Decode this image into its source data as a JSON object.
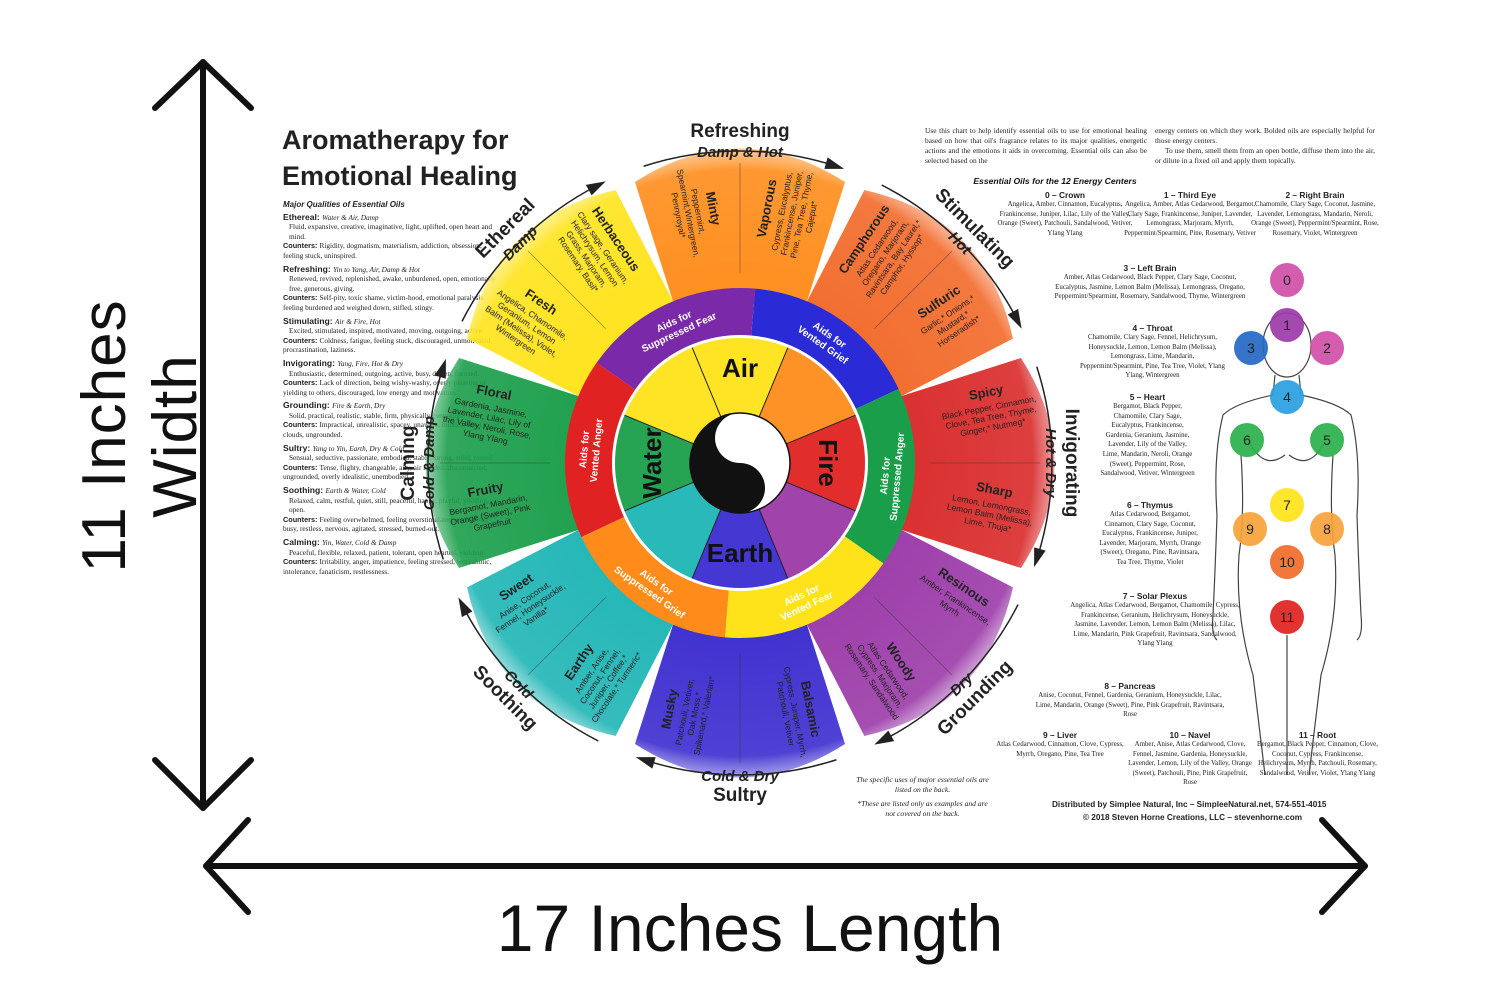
{
  "dimensions": {
    "width_label": "11 Inches Width",
    "length_label": "17 Inches Length"
  },
  "title_line1": "Aromatherapy for",
  "title_line2": "Emotional Healing",
  "major_qualities_heading": "Major Qualities of Essential Oils",
  "qualities": [
    {
      "name": "Ethereal:",
      "sub": "Water & Air, Damp",
      "desc": "Fluid, expansive, creative, imaginative, light, uplifted, open heart and mind.",
      "counters": "Rigidity, dogmatism, materialism, addiction, obsession, feeling stuck, uninspired."
    },
    {
      "name": "Refreshing:",
      "sub": "Yin to Yang, Air, Damp & Hot",
      "desc": "Renewed, revived, replenished, awake, unburdened, open, emotionally free, generous, giving.",
      "counters": "Self-pity, toxic shame, victim-hood, emotional paralysis, feeling burdened and weighed down, stifled, stingy."
    },
    {
      "name": "Stimulating:",
      "sub": "Air & Fire, Hot",
      "desc": "Excited, stimulated, inspired, motivated, moving, outgoing, active.",
      "counters": "Coldness, fatigue, feeling stuck, discouraged, unmotivated, procrastination, laziness."
    },
    {
      "name": "Invigorating:",
      "sub": "Yang, Fire, Hot & Dry",
      "desc": "Enthusiastic, determined, outgoing, active, busy, driven, focused.",
      "counters": "Lack of direction, being wishy-washy, overly pleasing or yielding to others, discouraged, low energy and motivation."
    },
    {
      "name": "Grounding:",
      "sub": "Fire & Earth, Dry",
      "desc": "Solid, practical, realistic, stable, firm, physically connected.",
      "counters": "Impractical, unrealistic, spacey, unaware, blinded, head in the clouds, ungrounded."
    },
    {
      "name": "Sultry:",
      "sub": "Yang to Yin, Earth, Dry & Cold",
      "desc": "Sensual, seductive, passionate, embodied, stable, strong, solid, rooted.",
      "counters": "Tense, flighty, changeable, airy, air headed, disconnected, ungrounded, overly idealistic, unembodied."
    },
    {
      "name": "Soothing:",
      "sub": "Earth & Water, Cold",
      "desc": "Relaxed, calm, restful, quiet, still, peaceful, happy, playful, yielding, open.",
      "counters": "Feeling overwhelmed, feeling overstimulated, excessively busy, restless, nervous, agitated, stressed, burned-out."
    },
    {
      "name": "Calming:",
      "sub": "Yin, Water, Cold & Damp",
      "desc": "Peaceful, flexible, relaxed, patient, tolerant, open hearted, yielding.",
      "counters": "Irritability, anger, impatience, feeling stressed, workaholic, intolerance, fanaticism, restlessness."
    }
  ],
  "counters_label": "Counters:",
  "wheel": {
    "center_labels": [
      "Air",
      "Fire",
      "Earth",
      "Water"
    ],
    "ring_labels": [
      {
        "l1": "Aids for",
        "l2": "Vented Grief"
      },
      {
        "l1": "Aids for",
        "l2": "Suppressed Anger"
      },
      {
        "l1": "Aids for",
        "l2": "Vented Fear"
      },
      {
        "l1": "Aids for",
        "l2": "Suppressed Grief"
      },
      {
        "l1": "Aids for",
        "l2": "Vented Anger"
      },
      {
        "l1": "Aids for",
        "l2": "Suppressed Fear"
      }
    ],
    "outer_labels": [
      {
        "name": "Refreshing",
        "sub": "Damp & Hot",
        "color": "#ff8c1a"
      },
      {
        "name": "Stimulating",
        "sub": "Hot",
        "color": "#f26a2a"
      },
      {
        "name": "Invigorating",
        "sub": "Hot & Dry",
        "color": "#d92a2a"
      },
      {
        "name": "Grounding",
        "sub": "Dry",
        "color": "#9b3aa8"
      },
      {
        "name": "Sultry",
        "sub": "Cold & Dry",
        "color": "#3b2ccf"
      },
      {
        "name": "Soothing",
        "sub": "Cold",
        "color": "#1fb5b5"
      },
      {
        "name": "Calming",
        "sub": "Cold & Damp",
        "color": "#1a9e4a"
      },
      {
        "name": "Ethereal",
        "sub": "Damp",
        "color": "#ffe31a"
      }
    ],
    "petals": [
      {
        "name": "Minty",
        "oils": [
          "Peppermint,",
          "Spearmint,Wintergreen,",
          "Pennyroyal*"
        ]
      },
      {
        "name": "Vaporous",
        "oils": [
          "Cypress, Eucalyptus,",
          "Frankincense, Juniper,",
          "Pine, Tea Tree, Thyme,",
          "Cajeput*"
        ]
      },
      {
        "name": "Camphorous",
        "oils": [
          "Atlas Cedarwood,",
          "Oregano, Marjoram,",
          "Ravintsara, Bay Laurel,*",
          "Camphor, Hyssop*"
        ]
      },
      {
        "name": "Sulfuric",
        "oils": [
          "Garlic,* Onions,*",
          "Mustard,*",
          "Horseradish*"
        ]
      },
      {
        "name": "Spicy",
        "oils": [
          "Black Pepper, Cinnamon,",
          "Clove, Tea Tree, Thyme,",
          "Ginger,* Nutmeg*"
        ]
      },
      {
        "name": "Sharp",
        "oils": [
          "Lemon, Lemongrass,",
          "Lemon Balm (Melissa),",
          "Lime, Thuja*"
        ]
      },
      {
        "name": "Resinous",
        "oils": [
          "Amber, Frankincense,",
          "Myrrh"
        ]
      },
      {
        "name": "Woody",
        "oils": [
          "Atlas Cedarwood,",
          "Cypress, Marjoram,",
          "Rosemary, Sandalwood"
        ]
      },
      {
        "name": "Balsamic",
        "oils": [
          "Cypress, Juniper, Myrrh,",
          "Patchouli, Vetiver"
        ]
      },
      {
        "name": "Musky",
        "oils": [
          "Patchouli, Vetiver,",
          "Oak Moss,*",
          "Spikenard,* Valerian*"
        ]
      },
      {
        "name": "Earthy",
        "oils": [
          "Amber, Anise,",
          "Coconut, Fennel,",
          "Juniper, Coffee,*",
          "Chocolate,* Turmeric*"
        ]
      },
      {
        "name": "Sweet",
        "oils": [
          "Anise, Coconut,",
          "Fennel, Honeysuckle,",
          "Vanilla*"
        ]
      },
      {
        "name": "Fruity",
        "oils": [
          "Bergamot, Mandarin,",
          "Orange (Sweet), Pink",
          "Grapefruit"
        ]
      },
      {
        "name": "Floral",
        "oils": [
          "Gardenia, Jasmine,",
          "Lavender, Lilac, Lily of",
          "the Valley, Neroli, Rose,",
          "Ylang Ylang"
        ]
      },
      {
        "name": "Fresh",
        "oils": [
          "Angelica, Chamomile,",
          "Geranium, Lemon",
          "Balm (Melissa), Violet,",
          "Wintergreen"
        ]
      },
      {
        "name": "Herbaceous",
        "oils": [
          "Clary sage, Geranium,",
          "Helichrysum, Lemon",
          "Grass, Marjoram,",
          "Rosemary, Basil*"
        ]
      }
    ]
  },
  "intro_left": "Use this chart to help identify essential oils to use for emotional healing based on how that oil's fragrance relates to its major qualities, energetic actions and the emotions it aids in overcoming. Essential oils can also be selected based on the",
  "intro_right": "energy centers on which they work. Bolded oils are especially helpful for those energy centers.",
  "intro_right2": "To use them, smell them from an open bottle, diffuse them into the air, or dilute in a fixed oil and apply them topically.",
  "energy_title": "Essential Oils for the 12 Energy Centers",
  "energy_centers": [
    {
      "head": "0 – Crown",
      "text": "Angelica, Amber, Cinnamon, Eucalyptus, Frankincense, Juniper, Lilac, Lily of the Valley, Orange (Sweet), Patchouli, Sandalwood, Vetiver, Ylang Ylang"
    },
    {
      "head": "1 – Third Eye",
      "text": "Angelica, Amber, Atlas Cedarwood, Bergamot, Clary Sage, Frankincense, Juniper, Lavender, Lemongrass, Marjoram, Myrrh, Peppermint/Spearmint, Pine, Rosemary, Vetiver"
    },
    {
      "head": "2 – Right Brain",
      "text": "Chamomile, Clary Sage, Coconut, Jasmine, Lavender, Lemongrass, Mandarin, Neroli, Orange (Sweet), Peppermint/Spearmint, Rose, Rosemary, Violet, Wintergreen"
    },
    {
      "head": "3 – Left Brain",
      "text": "Amber, Atlas Cedarwood, Black Pepper, Clary Sage, Coconut, Eucalyptus, Jasmine, Lemon Balm (Melissa), Lemongrass, Oregano, Peppermint/Spearmint, Rosemary, Sandalwood, Thyme, Wintergreen"
    },
    {
      "head": "4 – Throat",
      "text": "Chamomile, Clary Sage, Fennel, Helichrysum, Honeysuckle, Lemon, Lemon Balm (Melissa), Lemongrass, Lime, Mandarin, Peppermint/Spearmint, Pine, Tea Tree, Violet, Ylang Ylang, Wintergreen"
    },
    {
      "head": "5 – Heart",
      "text": "Bergamot, Black Pepper, Chamomile, Clary Sage, Eucalyptus, Frankincense, Gardenia, Geranium, Jasmine, Lavender, Lily of the Valley, Lime, Mandarin, Neroli, Orange (Sweet), Peppermint, Rose, Sandalwood, Vetiver, Wintergreen"
    },
    {
      "head": "6 – Thymus",
      "text": "Atlas Cedarwood, Bergamot, Cinnamon, Clary Sage, Coconut, Eucalyptus, Frankincense, Juniper, Lavender, Marjoram, Myrrh, Orange (Sweet), Oregano, Pine, Ravintsara, Tea Tree, Thyme, Violet"
    },
    {
      "head": "7 – Solar Plexus",
      "text": "Angelica, Atlas Cedarwood, Bergamot, Chamomile, Cypress, Frankincense, Geranium, Helichrysum, Honeysuckle, Jasmine, Lavender, Lemon, Lemon Balm (Melissa), Lilac, Lime, Mandarin, Pink Grapefruit, Ravintsara, Sandalwood, Ylang Ylang"
    },
    {
      "head": "8 – Pancreas",
      "text": "Anise, Coconut, Fennel, Gardenia, Geranium, Honeysuckle, Lilac, Lime, Mandarin, Orange (Sweet), Pine, Pink Grapefruit, Ravintsara, Rose"
    },
    {
      "head": "9 – Liver",
      "text": "Atlas Cedarwood, Cinnamon, Clove, Cypress, Myrrh, Oregano, Pine, Tea Tree"
    },
    {
      "head": "10 – Navel",
      "text": "Amber, Anise, Atlas Cedarwood, Clove, Fennel, Jasmine, Gardenia, Honeysuckle, Lavender, Lemon, Lily of the Valley, Orange (Sweet), Patchouli, Pine, Pink Grapefruit, Rose"
    },
    {
      "head": "11 – Root",
      "text": "Bergamot, Black Pepper, Cinnamon, Clove, Coconut, Cypress, Frankincense, Helichrysum, Myrrh, Patchouli, Rosemary, Sandalwood, Vetiver, Violet, Ylang Ylang"
    }
  ],
  "chakra_numbers": [
    "0",
    "1",
    "2",
    "3",
    "4",
    "5",
    "6",
    "7",
    "8",
    "9",
    "10",
    "11"
  ],
  "chakra_colors": [
    "#d14fa8",
    "#9b3aa8",
    "#d14fa8",
    "#2468c4",
    "#2aa0e0",
    "#2ab04a",
    "#2ab04a",
    "#ffe31a",
    "#f7a23a",
    "#f7a23a",
    "#f26a2a",
    "#e02222"
  ],
  "notes_line1": "The specific uses of major essential oils are listed on the back.",
  "notes_line2": "*These are listed only as examples and are not covered on the back.",
  "credit_line1": "Distributed by Simplee Natural, Inc – SimpleeNatural.net, 574-551-4015",
  "credit_line2": "© 2018 Steven Horne Creations, LLC – stevenhorne.com"
}
